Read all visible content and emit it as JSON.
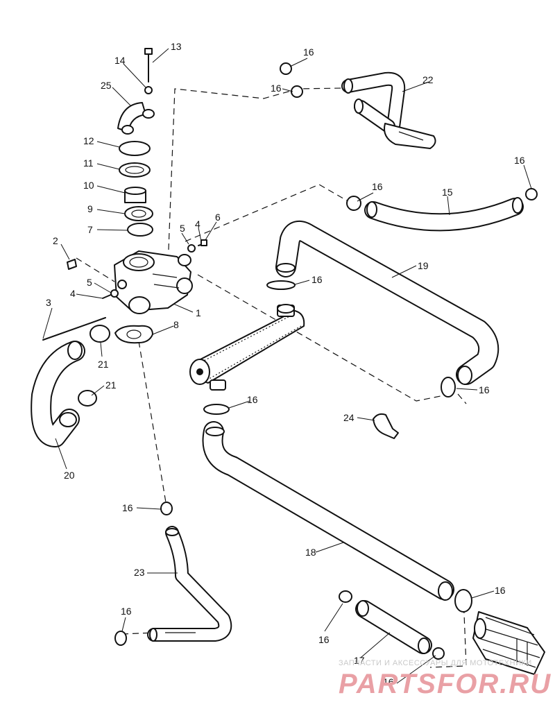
{
  "diagram": {
    "callouts": {
      "c1": "1",
      "c2": "2",
      "c3": "3",
      "c4a": "4",
      "c4b": "4",
      "c5a": "5",
      "c5b": "5",
      "c6": "6",
      "c7": "7",
      "c8": "8",
      "c9": "9",
      "c10": "10",
      "c11": "11",
      "c12": "12",
      "c13": "13",
      "c14": "14",
      "c15": "15",
      "c16a": "16",
      "c16b": "16",
      "c16c": "16",
      "c16d": "16",
      "c16e": "16",
      "c16f": "16",
      "c16g": "16",
      "c16h": "16",
      "c16i": "16",
      "c16j": "16",
      "c16k": "16",
      "c16l": "16",
      "c17": "17",
      "c18": "18",
      "c19": "19",
      "c20": "20",
      "c21a": "21",
      "c21b": "21",
      "c22": "22",
      "c23": "23",
      "c24": "24",
      "c25": "25"
    }
  },
  "watermark": {
    "tagline": "ЗАПЧАСТИ И АКСЕССУАРЫ ДЛЯ МОТОТЕХНИКИ",
    "brand": "PARTSFOR.RU"
  }
}
